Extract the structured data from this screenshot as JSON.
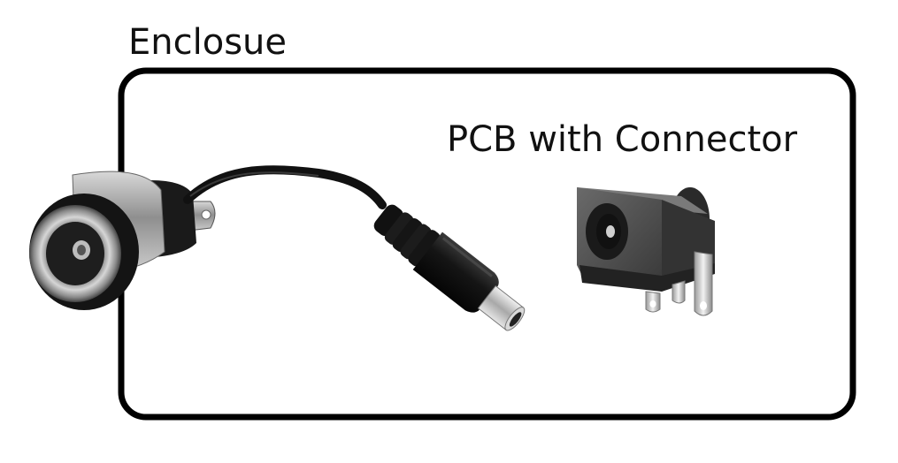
{
  "labels": {
    "enclosure": "Enclosue",
    "pcb": "PCB with Connector"
  },
  "icons": {
    "panel_jack": "panel-mount-dc-jack",
    "cable": "dc-barrel-plug-cable",
    "pcb_jack": "pcb-mount-dc-jack"
  },
  "colors": {
    "outline": "#000000",
    "background": "#ffffff",
    "text": "#111111"
  }
}
